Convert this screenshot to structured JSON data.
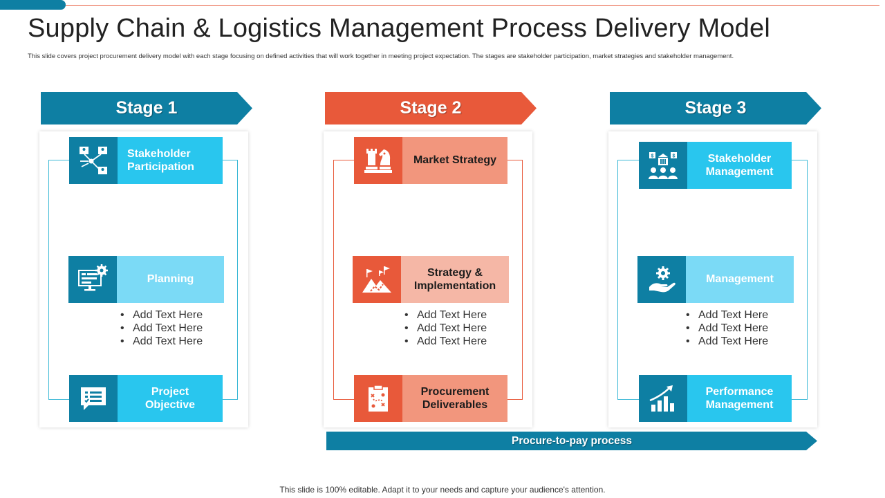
{
  "slide": {
    "title": "Supply Chain & Logistics Management Process Delivery Model",
    "subtitle": "This slide covers project procurement delivery model with each stage focusing on defined activities that will work together in meeting project expectation. The stages are stakeholder participation, market strategies and stakeholder management.",
    "footer": "This slide is 100% editable. Adapt it to your needs and capture your audience's attention."
  },
  "colors": {
    "teal": "#0e7fa3",
    "orange": "#e8593a",
    "cyan": "#29c6ee",
    "light_cyan": "#7bdaf6",
    "salmon": "#f2967d",
    "pink": "#f5b7a6"
  },
  "stages": [
    {
      "label": "Stage 1",
      "items": [
        {
          "label_line1": "Stakeholder",
          "label_line2": "Participation",
          "icon": "stakeholder-network-icon"
        },
        {
          "label_line1": "Planning",
          "icon": "planning-monitor-gear-icon"
        },
        {
          "label_line1": "Project",
          "label_line2": "Objective",
          "icon": "chat-checklist-icon"
        }
      ],
      "bullets": [
        "Add Text Here",
        "Add Text Here",
        "Add Text Here"
      ]
    },
    {
      "label": "Stage 2",
      "items": [
        {
          "label_line1": "Market Strategy",
          "icon": "chess-pieces-icon"
        },
        {
          "label_line1": "Strategy &",
          "label_line2": "Implementation",
          "icon": "mountain-flags-icon"
        },
        {
          "label_line1": "Procurement",
          "label_line2": "Deliverables",
          "icon": "clipboard-strategy-icon"
        }
      ],
      "bullets": [
        "Add Text Here",
        "Add Text Here",
        "Add Text Here"
      ]
    },
    {
      "label": "Stage 3",
      "items": [
        {
          "label_line1": "Stakeholder",
          "label_line2": "Management",
          "icon": "stakeholder-bank-icon"
        },
        {
          "label_line1": "Management",
          "icon": "hand-gear-icon"
        },
        {
          "label_line1": "Performance",
          "label_line2": "Management",
          "icon": "growth-chart-icon"
        }
      ],
      "bullets": [
        "Add Text Here",
        "Add Text Here",
        "Add Text Here"
      ]
    }
  ],
  "process_bar": {
    "label": "Procure-to-pay process"
  }
}
